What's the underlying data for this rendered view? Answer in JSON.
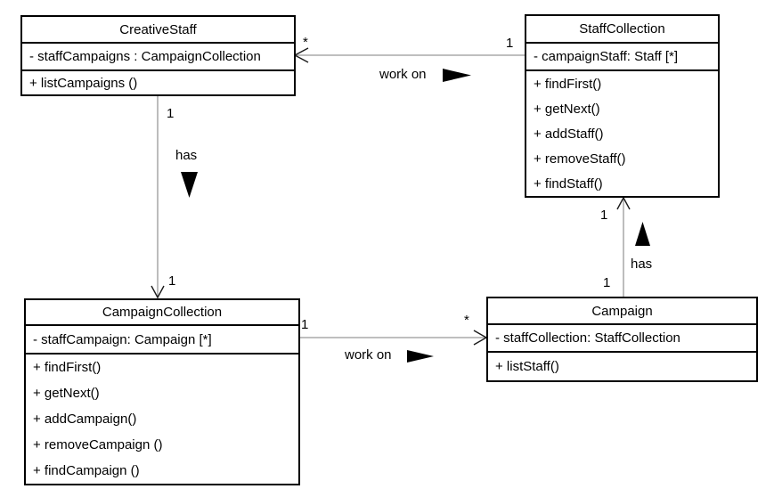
{
  "diagram": {
    "type": "uml-class-diagram",
    "classes": [
      {
        "name": "CreativeStaff",
        "attributes": [
          "- staffCampaigns : CampaignCollection"
        ],
        "methods": [
          "+ listCampaigns ()"
        ]
      },
      {
        "name": "StaffCollection",
        "attributes": [
          "- campaignStaff: Staff [*]"
        ],
        "methods": [
          "+ findFirst()",
          "+ getNext()",
          "+ addStaff()",
          "+ removeStaff()",
          "+ findStaff()"
        ]
      },
      {
        "name": "CampaignCollection",
        "attributes": [
          "- staffCampaign: Campaign [*]"
        ],
        "methods": [
          "+ findFirst()",
          "+ getNext()",
          "+ addCampaign()",
          "+ removeCampaign ()",
          "+ findCampaign ()"
        ]
      },
      {
        "name": "Campaign",
        "attributes": [
          "- staffCollection: StaffCollection"
        ],
        "methods": [
          "+ listStaff()"
        ]
      }
    ],
    "associations": [
      {
        "label": "work on",
        "source": "StaffCollection",
        "target": "CreativeStaff",
        "source_mult": "1",
        "target_mult": "*",
        "arrowhead": "open arrow pointing at CreativeStaff",
        "direction_indicator": "filled triangle pointing right"
      },
      {
        "label": "has",
        "source": "CreativeStaff",
        "target": "CampaignCollection",
        "source_mult": "1",
        "target_mult": "1",
        "arrowhead": "open arrow pointing at CampaignCollection",
        "direction_indicator": "filled triangle pointing down"
      },
      {
        "label": "work on",
        "source": "CampaignCollection",
        "target": "Campaign",
        "source_mult": "1",
        "target_mult": "*",
        "arrowhead": "open arrow pointing at Campaign",
        "direction_indicator": "filled triangle pointing right"
      },
      {
        "label": "has",
        "source": "Campaign",
        "target": "StaffCollection",
        "source_mult": "1",
        "target_mult": "1",
        "arrowhead": "open arrow pointing at StaffCollection",
        "direction_indicator": "filled triangle pointing up"
      }
    ],
    "colors": {
      "background": "#ffffff",
      "box_border": "#000000",
      "text": "#000000",
      "association_line": "#999999",
      "arrowhead": "#1a1a1a",
      "direction_triangle": "#000000"
    }
  }
}
